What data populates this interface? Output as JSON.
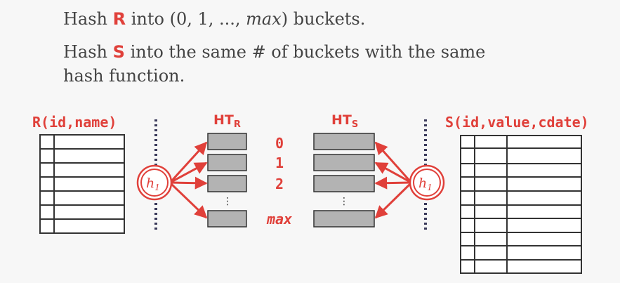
{
  "bullets": [
    {
      "pre": "Hash ",
      "key": "R",
      "post": " into (0, 1, ..., ",
      "italic": "max",
      "tail": ") buckets."
    },
    {
      "pre": "Hash ",
      "key": "S",
      "post": " into the same # of buckets with the same",
      "line2": "hash function."
    }
  ],
  "tables": {
    "left": {
      "label": "R(id,name)"
    },
    "right": {
      "label": "S(id,value,cdate)"
    }
  },
  "hash_tables": {
    "left": {
      "label": "HT",
      "sub": "R"
    },
    "right": {
      "label": "HT",
      "sub": "S"
    }
  },
  "bucket_labels": [
    "0",
    "1",
    "2",
    "max"
  ],
  "hash_fn": {
    "label": "h",
    "sub": "1"
  },
  "ellipsis": "⋮",
  "colors": {
    "accent": "#e0403a",
    "bucket_fill": "#b3b3b3",
    "ink": "#333333"
  }
}
